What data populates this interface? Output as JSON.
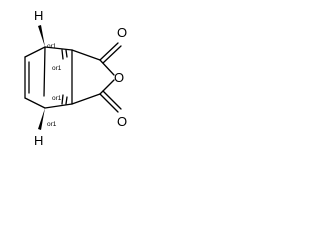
{
  "molecule": {
    "atoms": {
      "oxygen_top": "O",
      "oxygen_ring": "O",
      "oxygen_bottom": "O",
      "hydrogen_top": "H",
      "hydrogen_bottom": "H"
    },
    "stereo": {
      "c_top_left": "or1",
      "c_top_right": "or1",
      "c_bottom_right": "or1",
      "c_bottom_left": "or1"
    }
  }
}
